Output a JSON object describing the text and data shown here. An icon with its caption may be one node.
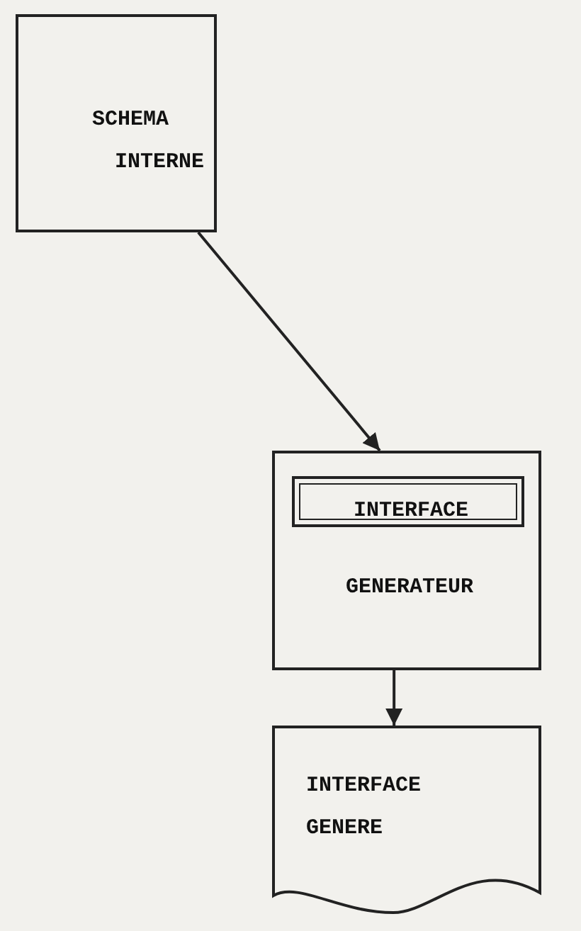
{
  "diagram": {
    "nodes": [
      {
        "text": [
          "SCHEMA INTERNE"
        ]
      },
      {
        "text": [
          "GENERATEUR"
        ]
      },
      {
        "text": [
          "INTERFACE"
        ],
        "in": 1
      },
      {
        "text": [
          "INTERFACE GENERE"
        ]
      }
    ],
    "edges": [
      {
        "from": 0,
        "to": 1,
        "arrow": "to"
      },
      {
        "from": 1,
        "to": 3,
        "arrow": "to"
      }
    ]
  }
}
